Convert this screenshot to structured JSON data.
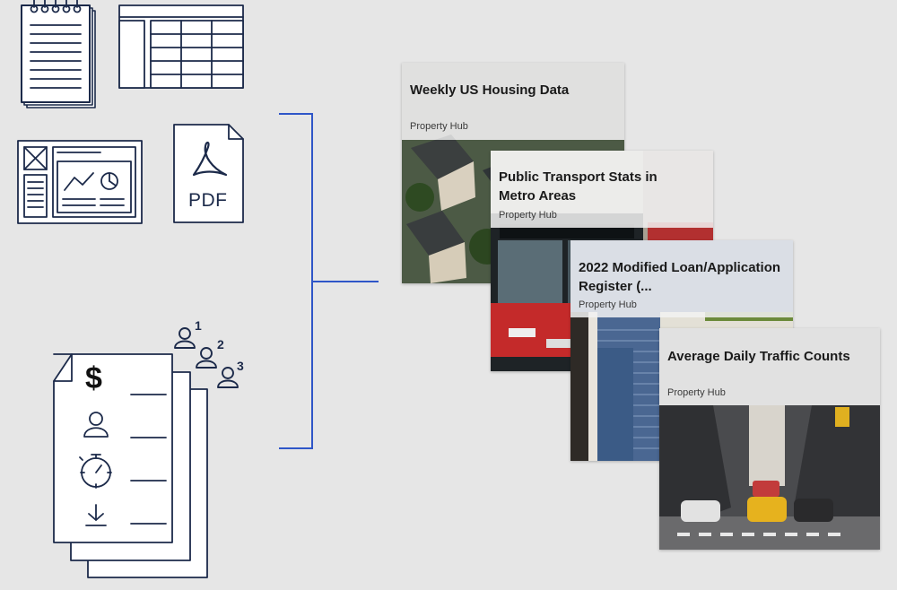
{
  "icons": {
    "notepad": "notepad-icon",
    "spreadsheet": "spreadsheet-icon",
    "dashboard": "dashboard-icon",
    "pdf": {
      "name": "pdf-file-icon",
      "label": "PDF"
    },
    "document_stack": {
      "name": "document-stack-icon",
      "symbols": [
        "dollar-icon",
        "person-icon",
        "stopwatch-icon",
        "download-arrow-icon"
      ],
      "dollar_glyph": "$"
    },
    "ranked_users": {
      "name": "ranked-users-icon",
      "ranks": [
        "1",
        "2",
        "3"
      ]
    }
  },
  "colors": {
    "background": "#e6e6e6",
    "icon_stroke": "#1c2a4a",
    "bracket": "#2f56c8"
  },
  "cards": [
    {
      "title": "Weekly US Housing Data",
      "subtitle": "Property Hub",
      "photo": "aerial-houses-photo"
    },
    {
      "title": "Public Transport Stats in Metro Areas",
      "subtitle": "Property Hub",
      "photo": "red-bus-photo"
    },
    {
      "title": "2022 Modified Loan/Application Register (...",
      "subtitle": "Property Hub",
      "photo": "blue-house-porch-photo"
    },
    {
      "title": "Average Daily Traffic Counts",
      "subtitle": "Property Hub",
      "photo": "city-traffic-photo"
    }
  ]
}
